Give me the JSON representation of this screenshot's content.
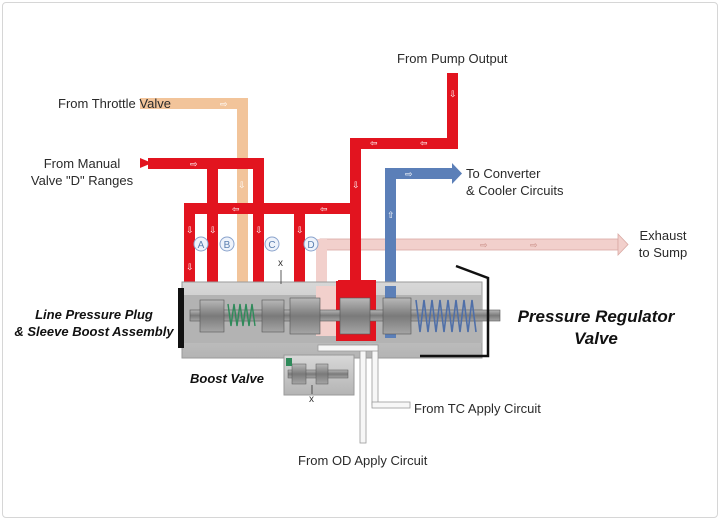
{
  "labels": {
    "pump_output": "From Pump Output",
    "throttle_valve": "From Throttle Valve",
    "manual_valve": "From Manual\nValve \"D\" Ranges",
    "converter": "To Converter\n& Cooler Circuits",
    "exhaust": "Exhaust\nto Sump",
    "line_pressure_plug": "Line Pressure Plug\n& Sleeve Boost Assembly",
    "pressure_regulator": "Pressure Regulator\nValve",
    "boost_valve": "Boost Valve",
    "tc_apply": "From TC Apply Circuit",
    "od_apply": "From OD Apply Circuit"
  },
  "port_tags": [
    "A",
    "B",
    "C",
    "D"
  ],
  "x_marks": [
    "x",
    "x"
  ],
  "colors": {
    "line_pressure": "#e2141f",
    "throttle": "#f2c49a",
    "converter": "#5b7fb8",
    "exhaust": "#f2d0cc",
    "valve_body": "#c9c9c9",
    "spool": "#8f8f8f",
    "spring": "#4f6fa8"
  }
}
